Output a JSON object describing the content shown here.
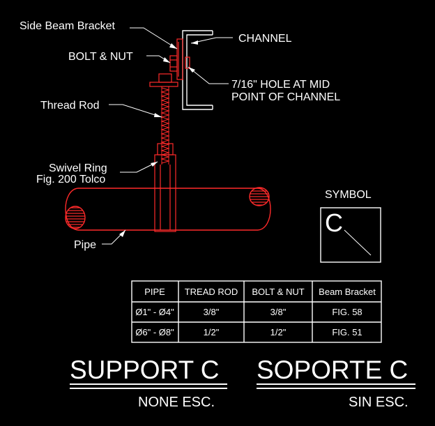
{
  "colors": {
    "background": "#000000",
    "lines": "#ffffff",
    "pipe": "#ff2a2a",
    "rod": "#ffffff",
    "channel": "#ffffff"
  },
  "labels": {
    "side_beam_bracket": "Side Beam Bracket",
    "bolt_nut": "BOLT & NUT",
    "thread_rod": "Thread Rod",
    "swivel_ring_1": "Swivel Ring",
    "swivel_ring_2": "Fig. 200 Tolco",
    "pipe": "Pipe",
    "channel": "CHANNEL",
    "hole_1": "7/16\" HOLE AT MID",
    "hole_2": "POINT OF CHANNEL"
  },
  "symbol": {
    "title": "SYMBOL",
    "letter": "C"
  },
  "table": {
    "headers": [
      "PIPE",
      "TREAD ROD",
      "BOLT & NUT",
      "Beam Bracket"
    ],
    "rows": [
      [
        "Ø1\" - Ø4\"",
        "3/8\"",
        "3/8\"",
        "FIG. 58"
      ],
      [
        "Ø6\" - Ø8\"",
        "1/2\"",
        "1/2\"",
        "FIG. 51"
      ]
    ]
  },
  "title_block": {
    "english_title": "SUPPORT C",
    "english_scale": "NONE ESC.",
    "spanish_title": "SOPORTE C",
    "spanish_scale": "SIN ESC."
  }
}
